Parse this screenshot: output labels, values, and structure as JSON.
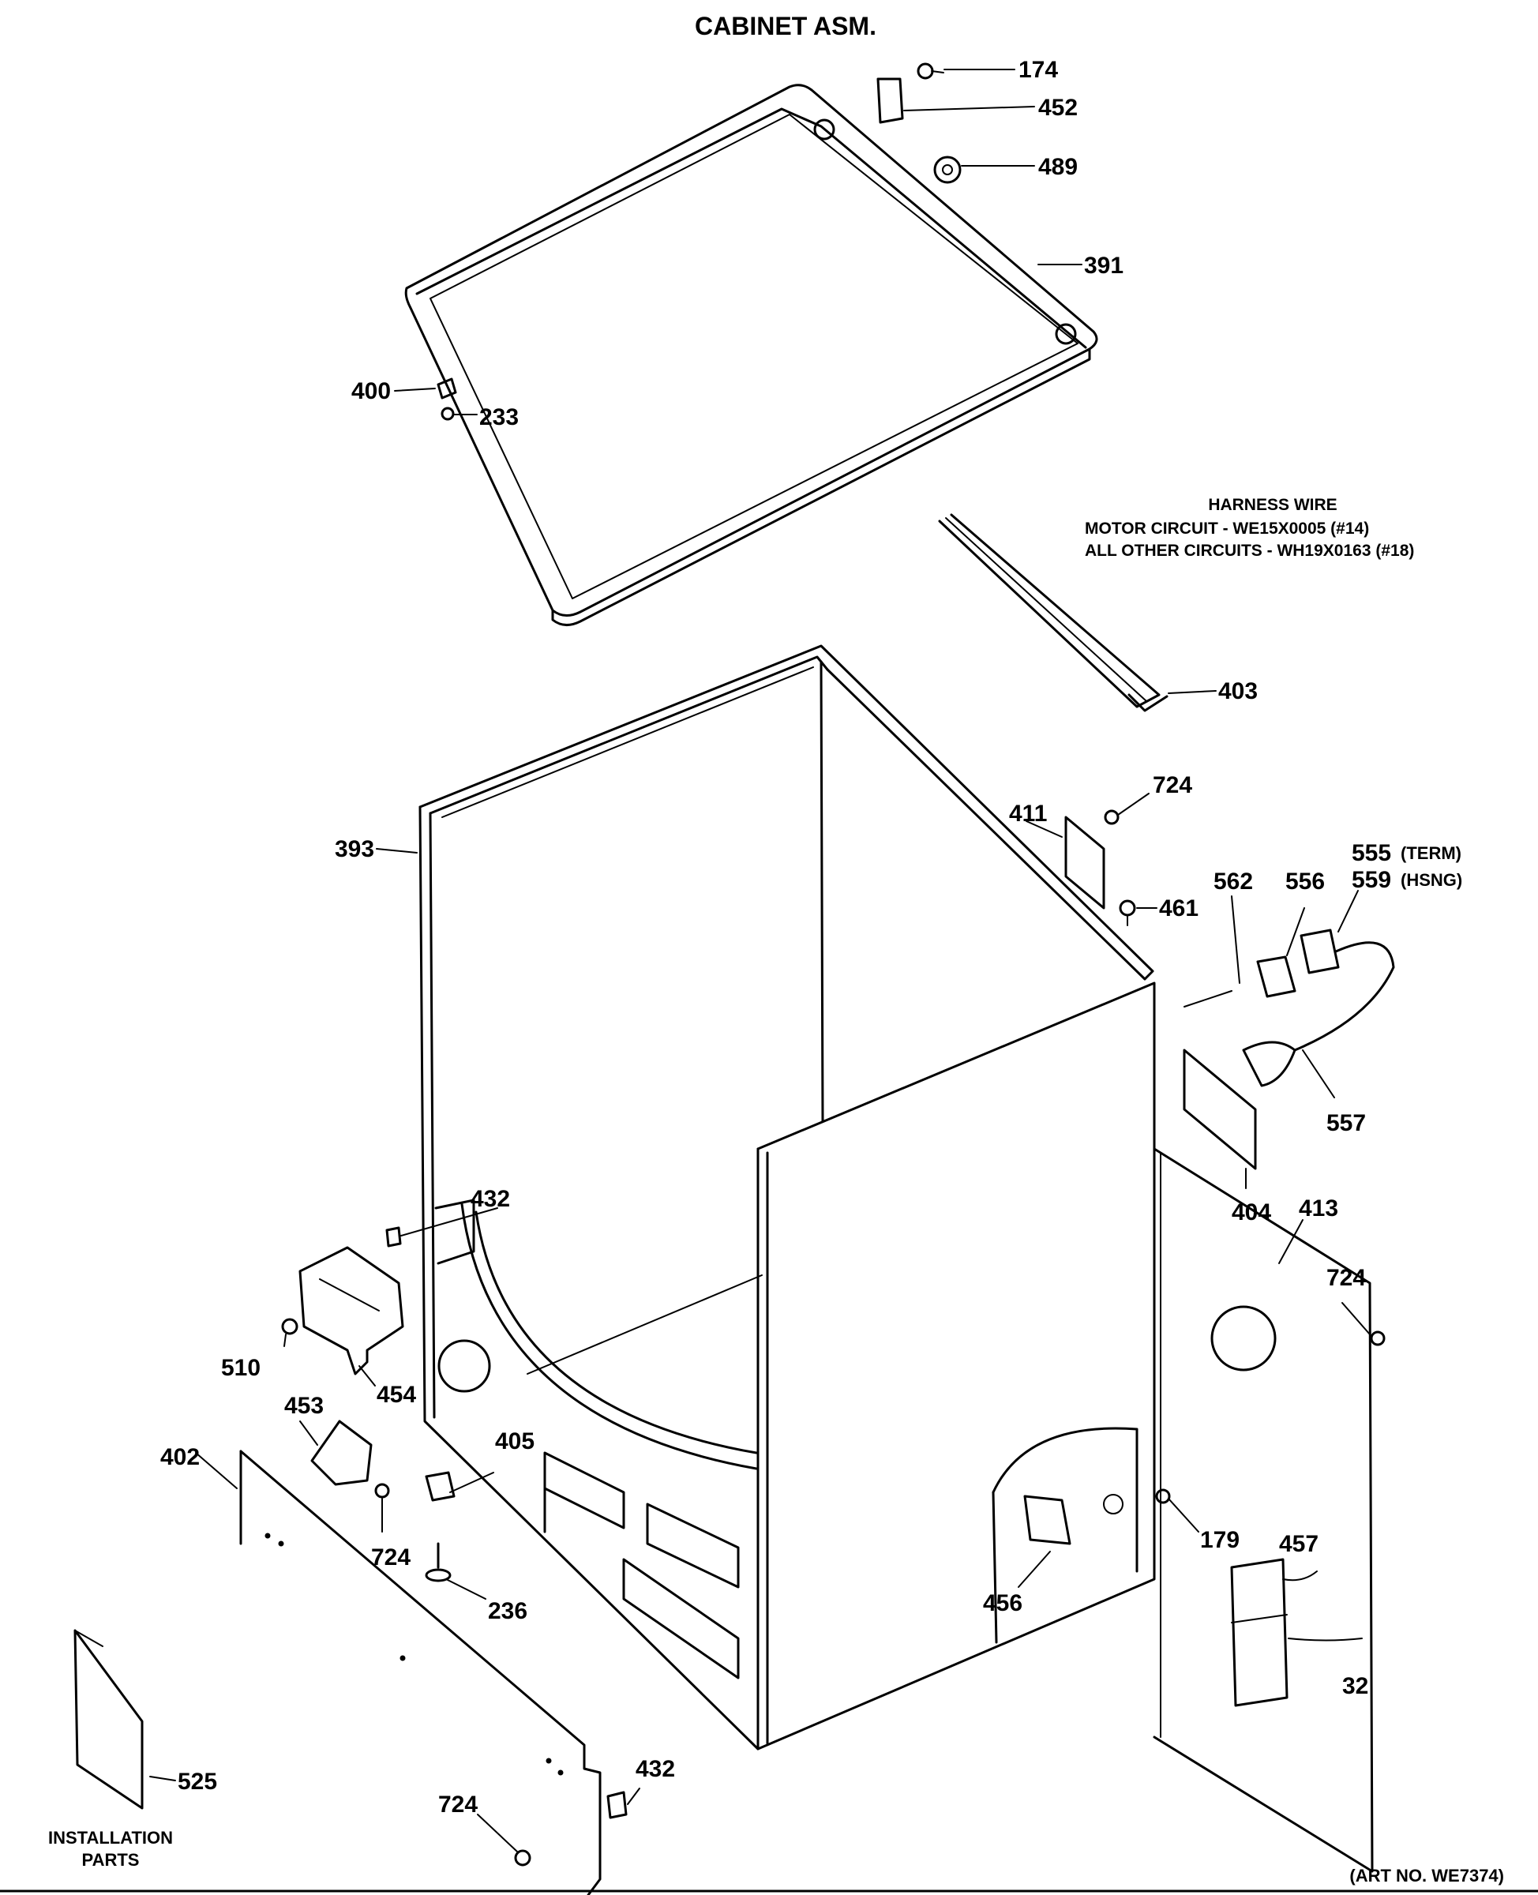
{
  "title": "CABINET ASM.",
  "harness": {
    "heading": "HARNESS WIRE",
    "line1": "MOTOR CIRCUIT - WE15X0005 (#14)",
    "line2": "ALL OTHER CIRCUITS - WH19X0163 (#18)"
  },
  "install_line1": "INSTALLATION",
  "install_line2": "PARTS",
  "art_no": "(ART NO. WE7374)",
  "callouts": {
    "c174": "174",
    "c452": "452",
    "c489": "489",
    "c391": "391",
    "c400": "400",
    "c233": "233",
    "c403": "403",
    "c724a": "724",
    "c411": "411",
    "c393": "393",
    "c461": "461",
    "c562": "562",
    "c556": "556",
    "c555": "555",
    "c555_sub": "(TERM)",
    "c559": "559",
    "c559_sub": "(HSNG)",
    "c557": "557",
    "c404": "404",
    "c413": "413",
    "c724b": "724",
    "c432a": "432",
    "c510": "510",
    "c454": "454",
    "c453": "453",
    "c402": "402",
    "c405": "405",
    "c724c": "724",
    "c236": "236",
    "c179": "179",
    "c457": "457",
    "c456": "456",
    "c32": "32",
    "c525": "525",
    "c724d": "724",
    "c432b": "432"
  }
}
